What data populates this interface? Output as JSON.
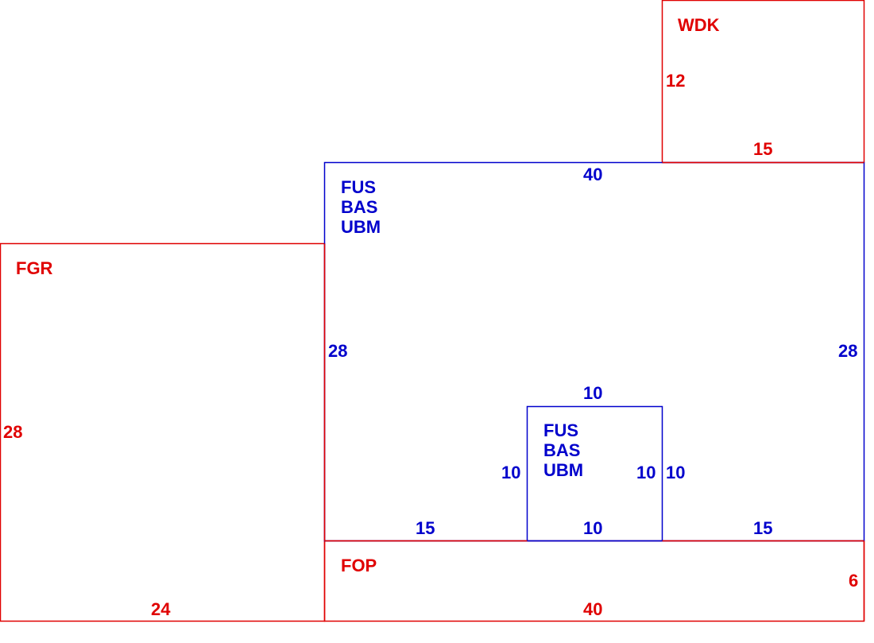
{
  "colors": {
    "red": "#e00000",
    "blue": "#0000cc"
  },
  "regions": {
    "wdk": {
      "code": "WDK",
      "width": "15",
      "height": "12"
    },
    "fgr": {
      "code": "FGR",
      "width": "24",
      "height": "28"
    },
    "main": {
      "codes": [
        "FUS",
        "BAS",
        "UBM"
      ],
      "width": "40",
      "height_left": "28",
      "height_right": "28",
      "bottom_left": "15",
      "bottom_right": "15",
      "right_of_inner": "10"
    },
    "inner": {
      "codes": [
        "FUS",
        "BAS",
        "UBM"
      ],
      "top": "10",
      "bottom": "10",
      "left": "10",
      "right": "10"
    },
    "fop": {
      "code": "FOP",
      "width": "40",
      "height": "6"
    }
  }
}
